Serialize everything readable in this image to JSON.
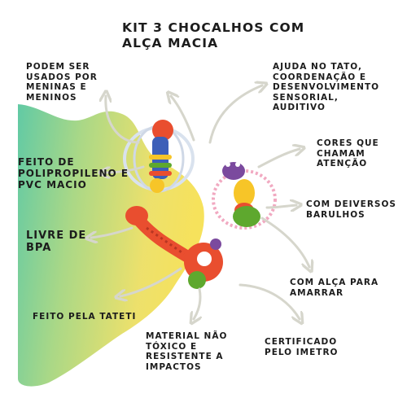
{
  "title": {
    "line1": "KIT 3 CHOCALHOS COM",
    "line2": "ALÇA MACIA"
  },
  "labels": {
    "podem": [
      "PODEM SER",
      "USADOS POR",
      "MENINAS E",
      "MENINOS"
    ],
    "ajuda": [
      "AJUDA NO TATO,",
      "COORDENAÇÃO E",
      "DESENVOLVIMENTO",
      "SENSORIAL,",
      "AUDITIVO"
    ],
    "cores": [
      "CORES QUE",
      "CHAMAM",
      "ATENÇÃO"
    ],
    "feito_de": [
      "FEITO DE",
      "POLIPROPILENO E",
      "PVC MACIO"
    ],
    "barulhos": [
      "COM DEIVERSOS",
      "BARULHOS"
    ],
    "bpa": [
      "LIVRE DE",
      "BPA"
    ],
    "alca": [
      "COM ALÇA PARA",
      "AMARRAR"
    ],
    "tateti": [
      "FEITO PELA TATETI"
    ],
    "material": [
      "MATERIAL NÃO",
      "TÓXICO E",
      "RESISTENTE A",
      "IMPACTOS"
    ],
    "certificado": [
      "CERTIFICADO",
      "PELO IMETRO"
    ]
  },
  "colors": {
    "arrow": "#d6d6cc",
    "blob_yellow": "#f4e05a",
    "blob_green": "#86cc93",
    "rattle_red": "#e94e2f",
    "rattle_green": "#5ea82e",
    "rattle_purple": "#7b4a9e",
    "rattle_yellow": "#f7c528"
  }
}
